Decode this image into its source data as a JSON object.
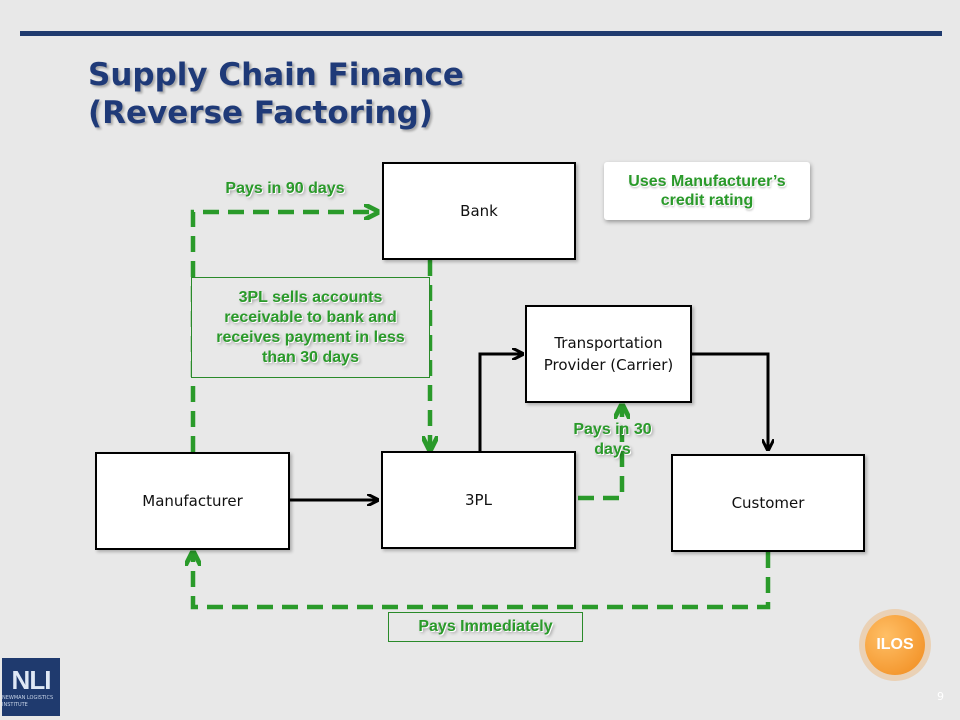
{
  "slide": {
    "title_line1": "Supply Chain Finance",
    "title_line2": "(Reverse Factoring)",
    "page_number": "9"
  },
  "nodes": {
    "bank": "Bank",
    "carrier_line1": "Transportation",
    "carrier_line2": "Provider (Carrier)",
    "manufacturer": "Manufacturer",
    "threepl": "3PL",
    "customer": "Customer"
  },
  "labels": {
    "pays_90": "Pays in 90 days",
    "sells_receivables_line1": "3PL sells accounts",
    "sells_receivables_line2": "receivable to bank and",
    "sells_receivables_line3": "receives payment in less",
    "sells_receivables_line4": "than 30 days",
    "pays_30_line1": "Pays in 30",
    "pays_30_line2": "days",
    "pays_immediately": "Pays Immediately",
    "credit_line1": "Uses Manufacturer’s",
    "credit_line2": "credit rating"
  },
  "logos": {
    "nli": "NLI",
    "nli_sub": "NEWMAN LOGISTICS INSTITUTE",
    "ilos": "ILOS"
  },
  "colors": {
    "title": "#1f3a78",
    "accent_green": "#2a9a2a",
    "flow_black": "#000000",
    "rule_blue": "#1f3a6e",
    "ilos_orange": "#f08a1c"
  }
}
